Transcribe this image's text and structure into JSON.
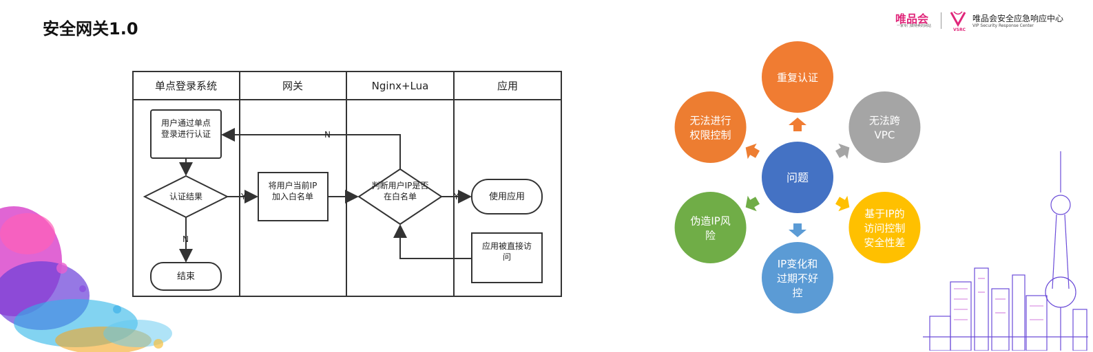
{
  "page": {
    "title": "安全网关1.0"
  },
  "brand": {
    "name": "唯品会",
    "slogan": "一家专门做特卖的网站",
    "vsrc_mark": "VSRC",
    "center_cn": "唯品会安全应急响应中心",
    "center_en": "VIP Security Response Center"
  },
  "flow": {
    "lanes": [
      "单点登录系统",
      "网关",
      "Nginx+Lua",
      "应用"
    ],
    "nodes": {
      "sso_login": "用户通过单点\n登录进行认证",
      "auth_result": "认证结果",
      "end": "结束",
      "add_whitelist": "将用户当前IP\n加入白名单",
      "check_whitelist": "判断用户IP是否\n在白名单",
      "use_app": "使用应用",
      "direct_access": "应用被直接访\n问"
    },
    "edge_labels": {
      "yes": "Y",
      "no": "N"
    }
  },
  "problems": {
    "center": "问题",
    "items": [
      {
        "text": "重复认证",
        "color": "#f07c32"
      },
      {
        "text": "无法跨\nVPC",
        "color": "#a5a5a5"
      },
      {
        "text": "基于IP的\n访问控制\n安全性差",
        "color": "#ffc000"
      },
      {
        "text": "IP变化和\n过期不好\n控",
        "color": "#5b9bd5"
      },
      {
        "text": "伪造IP风\n险",
        "color": "#70ad47"
      },
      {
        "text": "无法进行\n权限控制",
        "color": "#ed7d31"
      }
    ],
    "center_color": "#4472c4"
  }
}
